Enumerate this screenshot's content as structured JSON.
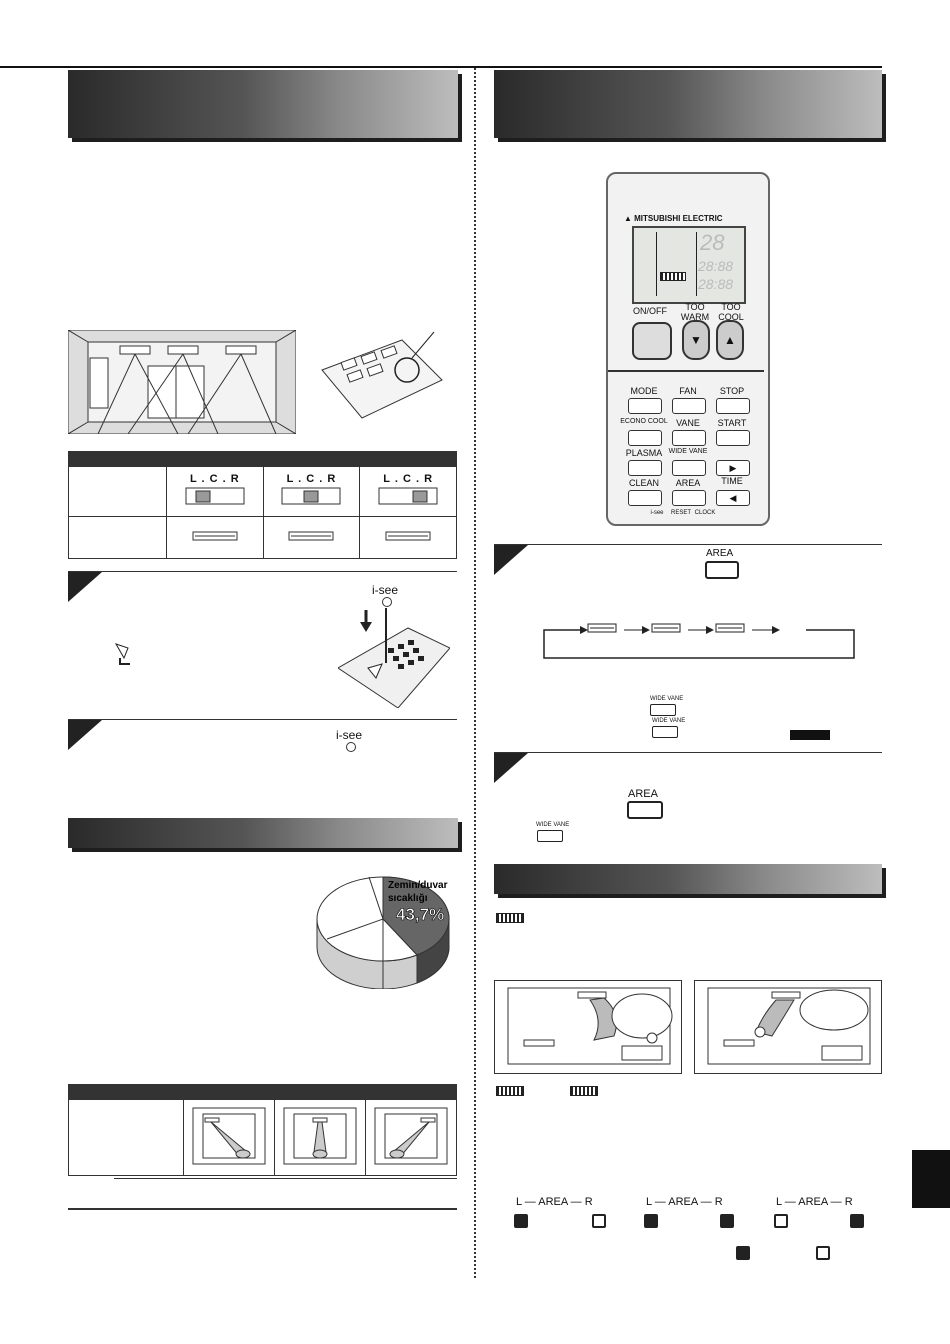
{
  "table_lcr": {
    "label": "L . C . R"
  },
  "isee_label": "i-see",
  "pie": {
    "segment_label_line1": "Zemin/duvar",
    "segment_label_line2": "sıcaklığı",
    "percentage": "43,7%",
    "chart_type": "pie"
  },
  "remote": {
    "brand": "MITSUBISHI ELECTRIC",
    "on_off": "ON/OFF",
    "too_warm": "TOO WARM",
    "too_cool": "TOO COOL",
    "mode": "MODE",
    "fan": "FAN",
    "stop": "STOP",
    "econo_cool": "ECONO COOL",
    "vane": "VANE",
    "start": "START",
    "plasma": "PLASMA",
    "wide_vane": "WIDE VANE",
    "clean": "CLEAN",
    "area": "AREA",
    "time": "TIME",
    "i_see": "i-see",
    "reset": "RESET",
    "clock": "CLOCK"
  },
  "area_btn": "AREA",
  "wide_vane_btn": "WIDE VANE",
  "indicator": {
    "l": "L",
    "area": "AREA",
    "r": "R"
  }
}
